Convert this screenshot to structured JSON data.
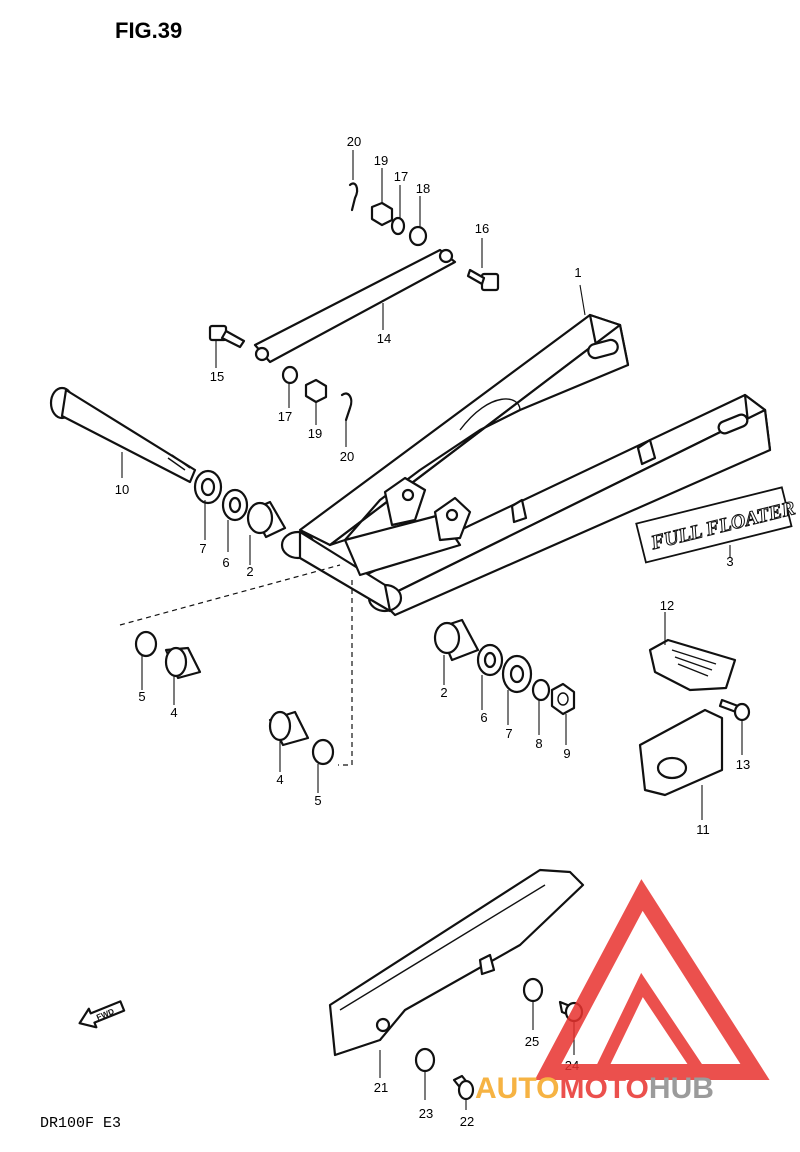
{
  "figure": {
    "title": "FIG.39",
    "model_code": "DR100F E3"
  },
  "decal_text": "FULL FLOATER",
  "fwd_arrow_text": "FWD",
  "callouts": [
    {
      "id": "c1",
      "num": "1"
    },
    {
      "id": "c2a",
      "num": "2"
    },
    {
      "id": "c2b",
      "num": "2"
    },
    {
      "id": "c3",
      "num": "3"
    },
    {
      "id": "c4a",
      "num": "4"
    },
    {
      "id": "c4b",
      "num": "4"
    },
    {
      "id": "c5a",
      "num": "5"
    },
    {
      "id": "c5b",
      "num": "5"
    },
    {
      "id": "c6a",
      "num": "6"
    },
    {
      "id": "c6b",
      "num": "6"
    },
    {
      "id": "c7a",
      "num": "7"
    },
    {
      "id": "c7b",
      "num": "7"
    },
    {
      "id": "c8",
      "num": "8"
    },
    {
      "id": "c9",
      "num": "9"
    },
    {
      "id": "c10",
      "num": "10"
    },
    {
      "id": "c11",
      "num": "11"
    },
    {
      "id": "c12",
      "num": "12"
    },
    {
      "id": "c13",
      "num": "13"
    },
    {
      "id": "c14",
      "num": "14"
    },
    {
      "id": "c15",
      "num": "15"
    },
    {
      "id": "c16",
      "num": "16"
    },
    {
      "id": "c17a",
      "num": "17"
    },
    {
      "id": "c17b",
      "num": "17"
    },
    {
      "id": "c18",
      "num": "18"
    },
    {
      "id": "c19a",
      "num": "19"
    },
    {
      "id": "c19b",
      "num": "19"
    },
    {
      "id": "c20a",
      "num": "20"
    },
    {
      "id": "c20b",
      "num": "20"
    },
    {
      "id": "c21",
      "num": "21"
    },
    {
      "id": "c22",
      "num": "22"
    },
    {
      "id": "c23",
      "num": "23"
    },
    {
      "id": "c24",
      "num": "24"
    },
    {
      "id": "c25",
      "num": "25"
    }
  ],
  "watermark": {
    "brand_auto": "AUTO",
    "brand_moto": "MOTO",
    "brand_hub": "HUB",
    "color_orange": "#f5a623",
    "color_red": "#e8322e",
    "color_gray": "#8a8a8a"
  }
}
